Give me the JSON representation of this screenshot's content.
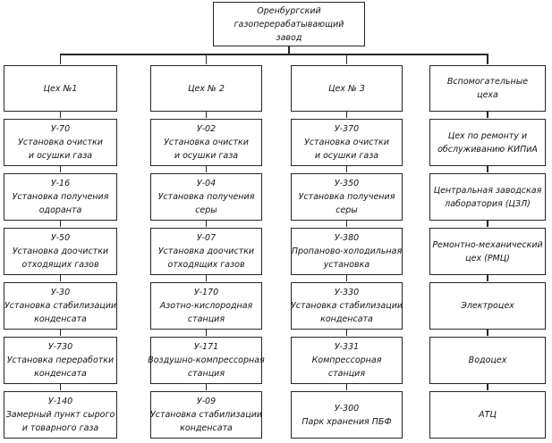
{
  "root": {
    "line1": "Оренбургский",
    "line2": "газоперерабатывающий",
    "line3": "завод"
  },
  "colors": {
    "line": "#262626",
    "text": "#141414",
    "background": "#ffffff"
  },
  "columns": [
    {
      "header": {
        "line1": "Цех №1",
        "line2": ""
      },
      "items": [
        {
          "code": "У-70",
          "line1": "Установка очистки",
          "line2": "и осушки газа"
        },
        {
          "code": "У-16",
          "line1": "Установка получения",
          "line2": "одоранта"
        },
        {
          "code": "У-50",
          "line1": "Установка доочистки",
          "line2": "отходящих газов"
        },
        {
          "code": "У-30",
          "line1": "Установка стабилизации",
          "line2": "конденсата"
        },
        {
          "code": "У-730",
          "line1": "Установка переработки",
          "line2": "конденсата"
        },
        {
          "code": "У-140",
          "line1": "Замерный пункт сырого",
          "line2": "и товарного газа"
        }
      ]
    },
    {
      "header": {
        "line1": "Цех № 2",
        "line2": ""
      },
      "items": [
        {
          "code": "У-02",
          "line1": "Установка очистки",
          "line2": "и осушки газа"
        },
        {
          "code": "У-04",
          "line1": "Установка получения",
          "line2": "серы"
        },
        {
          "code": "У-07",
          "line1": "Установка доочистки",
          "line2": "отходящих газов"
        },
        {
          "code": "У-170",
          "line1": "Азотно-кислородная",
          "line2": "станция"
        },
        {
          "code": "У-171",
          "line1": "Воздушно-компрессорная",
          "line2": "станция"
        },
        {
          "code": "У-09",
          "line1": "Установка стабилизации",
          "line2": "конденсата"
        }
      ]
    },
    {
      "header": {
        "line1": "Цех № 3",
        "line2": ""
      },
      "items": [
        {
          "code": "У-370",
          "line1": "Установка очистки",
          "line2": "и осушки газа"
        },
        {
          "code": "У-350",
          "line1": "Установка получения",
          "line2": "серы"
        },
        {
          "code": "У-380",
          "line1": "Пропаново-холодильная",
          "line2": "установка"
        },
        {
          "code": "У-330",
          "line1": "Установка стабилизации",
          "line2": "конденсата"
        },
        {
          "code": "У-331",
          "line1": "Компрессорная",
          "line2": "станция"
        },
        {
          "code": "У-300",
          "line1": "Парк хранения ПБФ",
          "line2": ""
        }
      ]
    },
    {
      "header": {
        "line1": "Вспомогательные",
        "line2": "цеха"
      },
      "items": [
        {
          "code": "",
          "line1": "Цех по ремонту и",
          "line2": "обслуживанию КИПиА"
        },
        {
          "code": "",
          "line1": "Центральная заводская",
          "line2": "лаборатория (ЦЗЛ)"
        },
        {
          "code": "",
          "line1": "Ремонтно-механический",
          "line2": "цех (РМЦ)"
        },
        {
          "code": "",
          "line1": "Электроцех",
          "line2": ""
        },
        {
          "code": "",
          "line1": "Водоцех",
          "line2": ""
        },
        {
          "code": "",
          "line1": "АТЦ",
          "line2": ""
        }
      ]
    }
  ]
}
